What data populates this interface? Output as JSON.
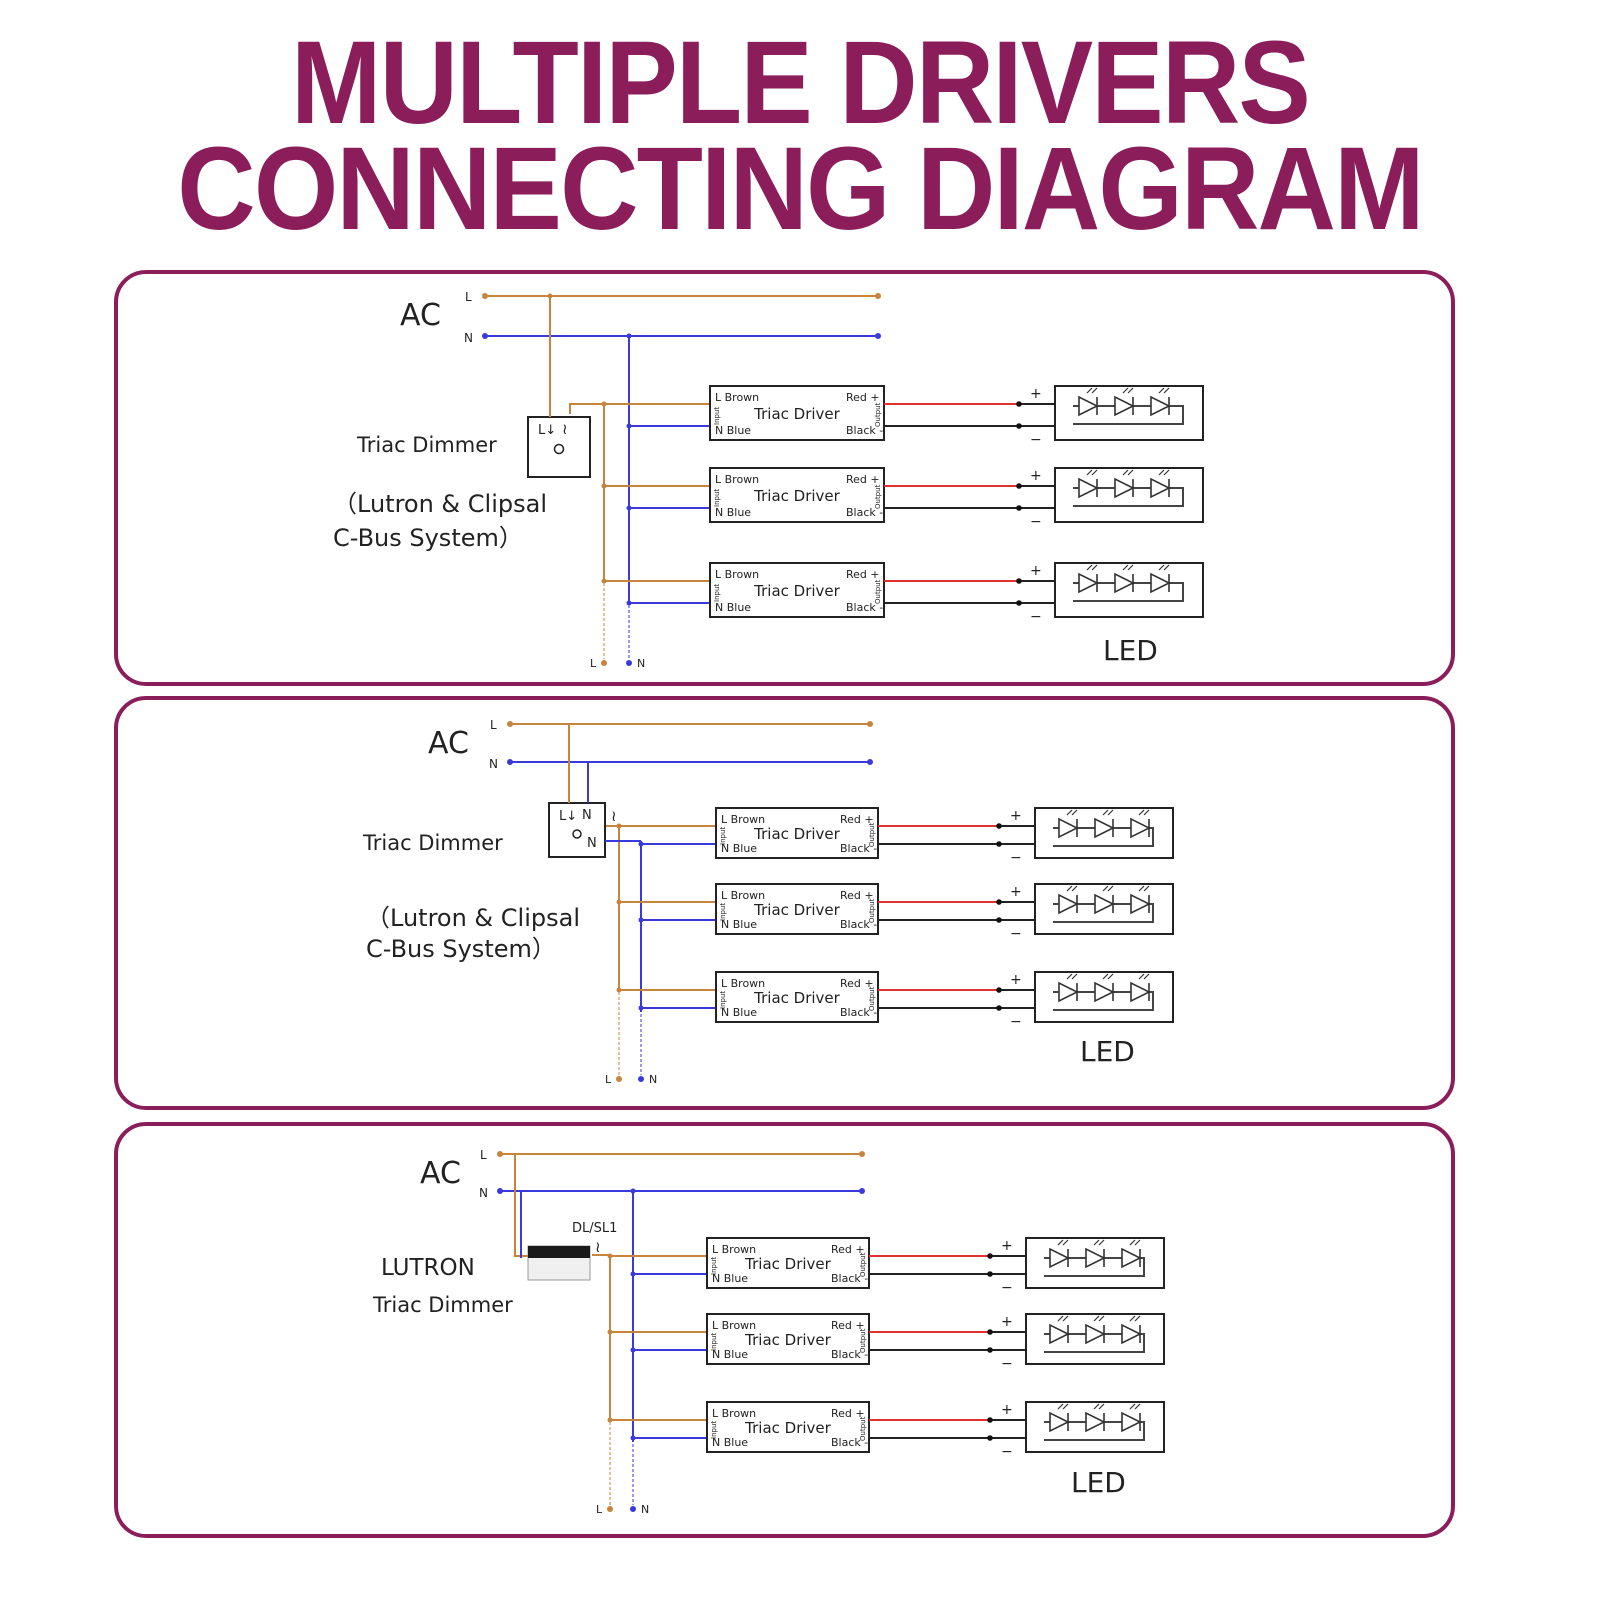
{
  "title": {
    "line1": "MULTIPLE DRIVERS",
    "line2": "CONNECTING DIAGRAM"
  },
  "colors": {
    "accent": "#8B1E5A",
    "live_wire": "#C8843C",
    "neutral_wire": "#3A3ADC",
    "positive_wire": "#E03030",
    "negative_wire": "#222222"
  },
  "labels": {
    "ac": "AC",
    "L": "L",
    "N": "N",
    "led": "LED",
    "plus": "+",
    "minus": "−"
  },
  "driver": {
    "name": "Triac Driver",
    "l_in": "L Brown",
    "n_in": "N Blue",
    "red": "Red +",
    "black": "Black -",
    "input": "Input",
    "output": "Output"
  },
  "panels": [
    {
      "dimmer_lines": [
        "Triac Dimmer"
      ],
      "system_lines": [
        "（Lutron & Clipsal",
        "C-Bus System）"
      ]
    },
    {
      "dimmer_lines": [
        "Triac Dimmer"
      ],
      "system_lines": [
        "（Lutron & Clipsal",
        "C-Bus System）"
      ]
    },
    {
      "dimmer_lines": [
        "LUTRON",
        "Triac Dimmer"
      ],
      "system_lines": [],
      "device_label": "DL/SL1"
    }
  ]
}
